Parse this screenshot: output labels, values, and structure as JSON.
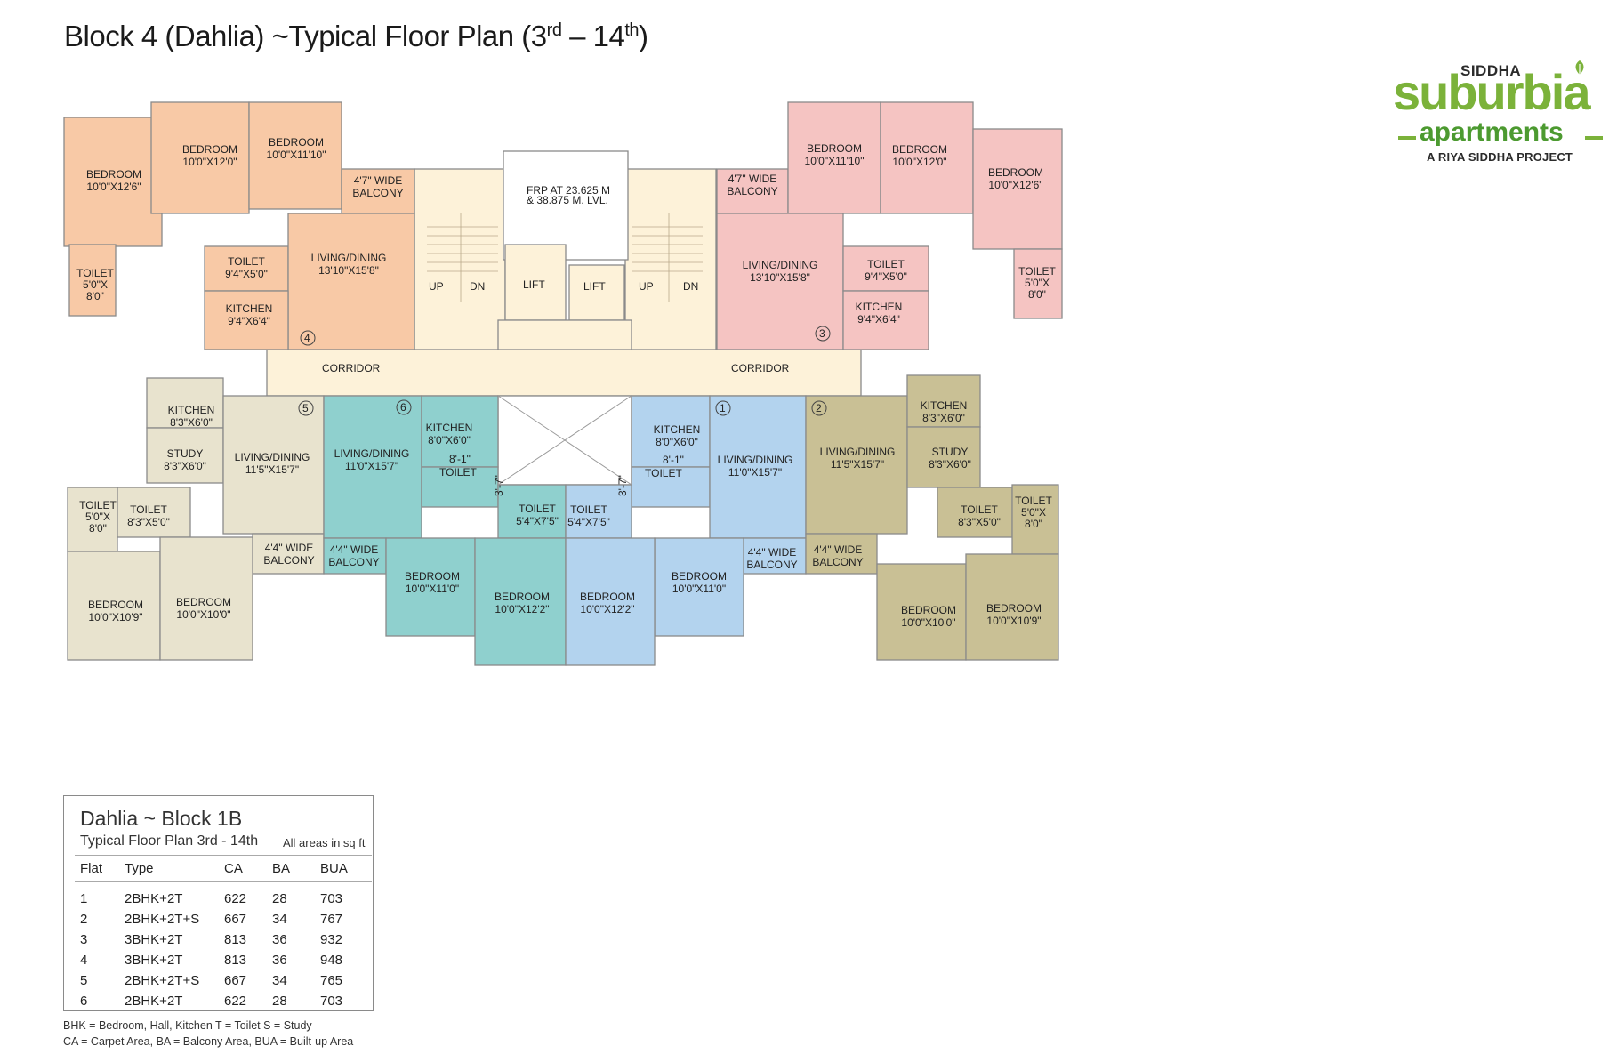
{
  "page": {
    "title_main": "Block 4 (Dahlia) ~Typical Floor Plan (3",
    "title_sup1": "rd",
    "title_mid": " – 14",
    "title_sup2": "th",
    "title_end": ")"
  },
  "logo": {
    "top_word": "SIDDHA",
    "main_word": "suburbia",
    "sub_word": "apartments",
    "tagline": "A RIYA SIDDHA PROJECT",
    "colors": {
      "green": "#7bb23a",
      "dark_green": "#4c9a30"
    }
  },
  "colors": {
    "flat1": "#b3d3ee",
    "flat2": "#c9c095",
    "flat3": "#f5c4c2",
    "flat4": "#f8c9a6",
    "flat5": "#e8e3ce",
    "flat6": "#8fd0ce",
    "core": "#fdf2d9",
    "wall": "#8a8a8a"
  },
  "plan": {
    "frp": [
      "FRP AT 23.625 M",
      "& 38.875 M. LVL."
    ],
    "corridor_left": "CORRIDOR",
    "corridor_right": "CORRIDOR",
    "lift_left": "LIFT",
    "lift_right": "LIFT",
    "up_left": "UP",
    "dn_left": "DN",
    "up_right": "UP",
    "dn_right": "DN",
    "flat_numbers": [
      "1",
      "2",
      "3",
      "4",
      "5",
      "6"
    ],
    "rooms": {
      "f4_bed1": [
        "BEDROOM",
        "10'0\"X12'6\""
      ],
      "f4_bed2": [
        "BEDROOM",
        "10'0\"X12'0\""
      ],
      "f4_bed3": [
        "BEDROOM",
        "10'0\"X11'10\""
      ],
      "f4_balcony": [
        "4'7\" WIDE",
        "BALCONY"
      ],
      "f4_toilet1": [
        "TOILET",
        "5'0\"X",
        "8'0\""
      ],
      "f4_toilet2": [
        "TOILET",
        "9'4\"X5'0\""
      ],
      "f4_living": [
        "LIVING/DINING",
        "13'10\"X15'8\""
      ],
      "f4_kitchen": [
        "KITCHEN",
        "9'4\"X6'4\""
      ],
      "f3_balcony": [
        "4'7\" WIDE",
        "BALCONY"
      ],
      "f3_bed1": [
        "BEDROOM",
        "10'0\"X11'10\""
      ],
      "f3_bed2": [
        "BEDROOM",
        "10'0\"X12'0\""
      ],
      "f3_bed3": [
        "BEDROOM",
        "10'0\"X12'6\""
      ],
      "f3_living": [
        "LIVING/DINING",
        "13'10\"X15'8\""
      ],
      "f3_toilet2": [
        "TOILET",
        "9'4\"X5'0\""
      ],
      "f3_toilet1": [
        "TOILET",
        "5'0\"X",
        "8'0\""
      ],
      "f3_kitchen": [
        "KITCHEN",
        "9'4\"X6'4\""
      ],
      "f5_kitchen": [
        "KITCHEN",
        "8'3\"X6'0\""
      ],
      "f5_study": [
        "STUDY",
        "8'3\"X6'0\""
      ],
      "f5_living": [
        "LIVING/DINING",
        "11'5\"X15'7\""
      ],
      "f5_toilet1": [
        "TOILET",
        "5'0\"X",
        "8'0\""
      ],
      "f5_toilet2": [
        "TOILET",
        "8'3\"X5'0\""
      ],
      "f5_balcony": [
        "4'4\" WIDE",
        "BALCONY"
      ],
      "f5_bed1": [
        "BEDROOM",
        "10'0\"X10'9\""
      ],
      "f5_bed2": [
        "BEDROOM",
        "10'0\"X10'0\""
      ],
      "f6_living": [
        "LIVING/DINING",
        "11'0\"X15'7\""
      ],
      "f6_kitchen": [
        "KITCHEN",
        "8'0\"X6'0\""
      ],
      "f6_toilet_w": "8'-1\"",
      "f6_toilet": "TOILET",
      "f6_toilet_h": "3'-7\"",
      "f6_toilet2": [
        "TOILET",
        "5'4\"X7'5\""
      ],
      "f6_balcony": [
        "4'4\" WIDE",
        "BALCONY"
      ],
      "f6_bed1": [
        "BEDROOM",
        "10'0\"X11'0\""
      ],
      "f6_bed2": [
        "BEDROOM",
        "10'0\"X12'2\""
      ],
      "f1_kitchen": [
        "KITCHEN",
        "8'0\"X6'0\""
      ],
      "f1_toilet_w": "8'-1\"",
      "f1_toilet": "TOILET",
      "f1_toilet_h": "3'-7\"",
      "f1_living": [
        "LIVING/DINING",
        "11'0\"X15'7\""
      ],
      "f1_toilet2": [
        "TOILET",
        "5'4\"X7'5\""
      ],
      "f1_balcony": [
        "4'4\" WIDE",
        "BALCONY"
      ],
      "f1_bed1": [
        "BEDROOM",
        "10'0\"X11'0\""
      ],
      "f1_bed2": [
        "BEDROOM",
        "10'0\"X12'2\""
      ],
      "f2_living": [
        "LIVING/DINING",
        "11'5\"X15'7\""
      ],
      "f2_kitchen": [
        "KITCHEN",
        "8'3\"X6'0\""
      ],
      "f2_study": [
        "STUDY",
        "8'3\"X6'0\""
      ],
      "f2_toilet2": [
        "TOILET",
        "8'3\"X5'0\""
      ],
      "f2_toilet1": [
        "TOILET",
        "5'0\"X",
        "8'0\""
      ],
      "f2_balcony": [
        "4'4\" WIDE",
        "BALCONY"
      ],
      "f2_bed1": [
        "BEDROOM",
        "10'0\"X10'0\""
      ],
      "f2_bed2": [
        "BEDROOM",
        "10'0\"X10'9\""
      ]
    }
  },
  "area_table": {
    "title": "Dahlia ~ Block 1B",
    "subtitle": "Typical Floor Plan 3rd - 14th",
    "note": "All areas in sq ft",
    "columns": [
      "Flat",
      "Type",
      "CA",
      "BA",
      "BUA"
    ],
    "rows": [
      [
        "1",
        "2BHK+2T",
        "622",
        "28",
        "703"
      ],
      [
        "2",
        "2BHK+2T+S",
        "667",
        "34",
        "767"
      ],
      [
        "3",
        "3BHK+2T",
        "813",
        "36",
        "932"
      ],
      [
        "4",
        "3BHK+2T",
        "813",
        "36",
        "948"
      ],
      [
        "5",
        "2BHK+2T+S",
        "667",
        "34",
        "765"
      ],
      [
        "6",
        "2BHK+2T",
        "622",
        "28",
        "703"
      ]
    ]
  },
  "legend": {
    "line1": "BHK = Bedroom, Hall, Kitchen   T = Toilet   S = Study",
    "line2": "CA = Carpet Area, BA = Balcony Area, BUA = Built-up Area"
  }
}
